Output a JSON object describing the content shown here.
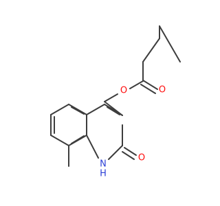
{
  "atoms": {
    "o_ester": {
      "symbol": "O",
      "color": "#ff0d0d"
    },
    "o_carbonyl": {
      "symbol": "O",
      "color": "#ff0d0d"
    },
    "o_lactam": {
      "symbol": "O",
      "color": "#ff0d0d"
    },
    "n_ring": {
      "symbol": "N",
      "color": "#2b3fd6"
    },
    "n_hydrogen": {
      "symbol": "H",
      "color": "#2b3fd6"
    }
  },
  "bond_color": "#3d3d3d",
  "background": "#ffffff"
}
